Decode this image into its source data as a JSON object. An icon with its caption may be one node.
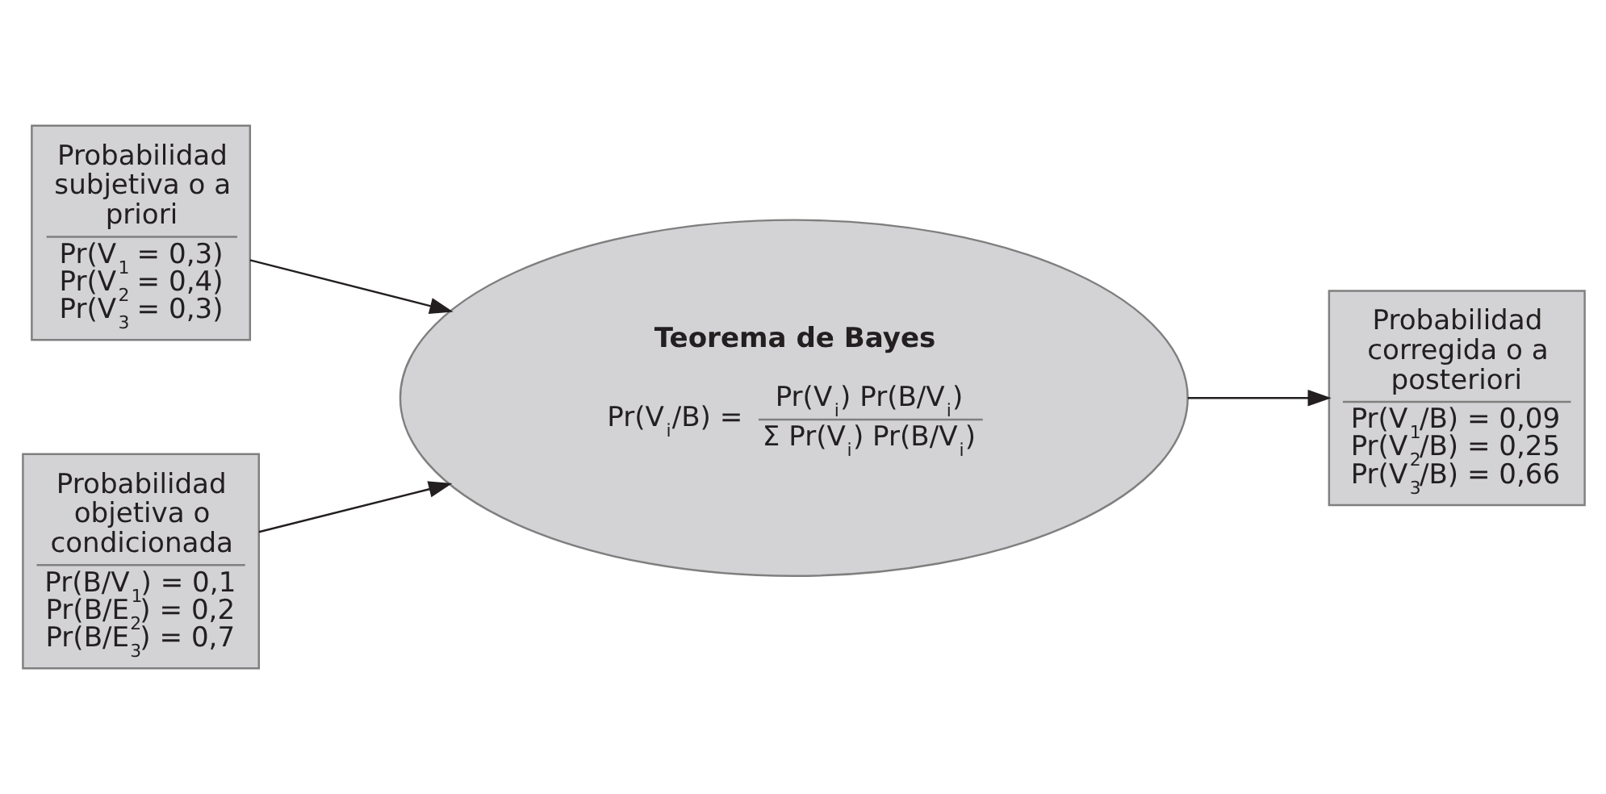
{
  "diagram": {
    "nodes": [
      {
        "text": [
          "Probabilidad subjetiva o a priori",
          "Pr(V$_{1}$ = 0,3)",
          "Pr(V$_{2}$ = 0,4)",
          "Pr(V$_{3}$ = 0,3)"
        ]
      },
      {
        "text": [
          "Probabilidad objetiva o condicionada",
          "Pr(B/V$_{1}$) = 0,1",
          "Pr(B/E$_{2}$) = 0,2",
          "Pr(B/E$_{3}$) = 0,7"
        ]
      },
      {
        "text": [
          "Teorema de Bayes",
          "Pr(V$_{i}$/B) =",
          "Pr(V$_{i}$) Pr(B/V$_{i}$)",
          "Σ Pr(V$_{i}$) Pr(B/V$_{i}$)"
        ]
      },
      {
        "text": [
          "Probabilidad corregida o a posteriori",
          "Pr(V$_{1}$/B) = 0,09",
          "Pr(V$_{2}$/B) = 0,25",
          "Pr(V$_{3}$/B) = 0,66"
        ]
      }
    ],
    "edges": [
      {
        "from": 0,
        "to": 2,
        "arrow": "to"
      },
      {
        "from": 1,
        "to": 2,
        "arrow": "to"
      },
      {
        "from": 2,
        "to": 3,
        "arrow": "to"
      }
    ]
  }
}
